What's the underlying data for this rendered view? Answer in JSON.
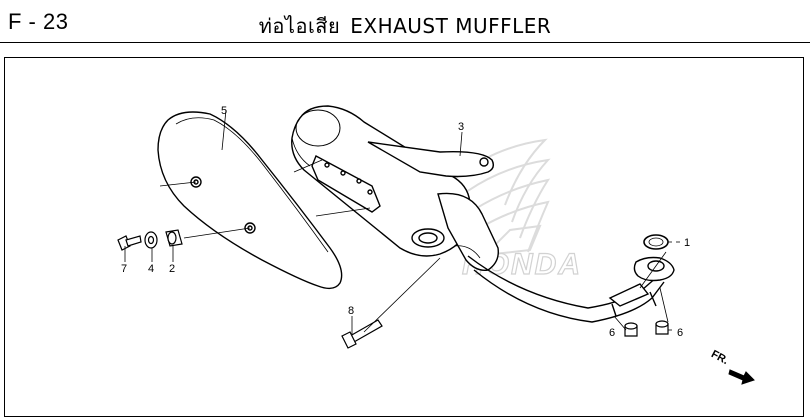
{
  "header": {
    "code": "F - 23",
    "title_th": "ท่อไอเสีย",
    "title_en": "EXHAUST MUFFLER"
  },
  "callouts": {
    "p1": "1",
    "p2": "2",
    "p3": "3",
    "p4": "4",
    "p5": "5",
    "p6a": "6",
    "p6b": "6",
    "p7": "7",
    "p8": "8"
  },
  "direction": "FR.",
  "watermark": "HONDA",
  "colors": {
    "line": "#000000",
    "watermark": "#dcdcdc"
  }
}
